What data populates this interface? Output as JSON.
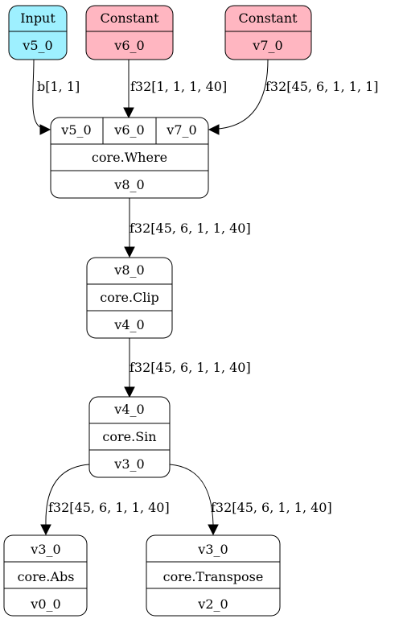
{
  "colors": {
    "input_fill": "#9ef0ff",
    "constant_fill": "#ffb6c1",
    "op_fill": "#ffffff"
  },
  "nodes": {
    "input_v5": {
      "title": "Input",
      "port": "v5_0"
    },
    "const_v6": {
      "title": "Constant",
      "port": "v6_0"
    },
    "const_v7": {
      "title": "Constant",
      "port": "v7_0"
    },
    "where": {
      "in1": "v5_0",
      "in2": "v6_0",
      "in3": "v7_0",
      "op": "core.Where",
      "out": "v8_0"
    },
    "clip": {
      "in": "v8_0",
      "op": "core.Clip",
      "out": "v4_0"
    },
    "sin": {
      "in": "v4_0",
      "op": "core.Sin",
      "out": "v3_0"
    },
    "abs": {
      "in": "v3_0",
      "op": "core.Abs",
      "out": "v0_0"
    },
    "transpose": {
      "in": "v3_0",
      "op": "core.Transpose",
      "out": "v2_0"
    }
  },
  "edges": {
    "v5_to_where": "b[1, 1]",
    "v6_to_where": "f32[1, 1, 1, 40]",
    "v7_to_where": "f32[45, 6, 1, 1, 1]",
    "where_to_clip": "f32[45, 6, 1, 1, 40]",
    "clip_to_sin": "f32[45, 6, 1, 1, 40]",
    "sin_to_abs": "f32[45, 6, 1, 1, 40]",
    "sin_to_transpose": "f32[45, 6, 1, 1, 40]"
  }
}
